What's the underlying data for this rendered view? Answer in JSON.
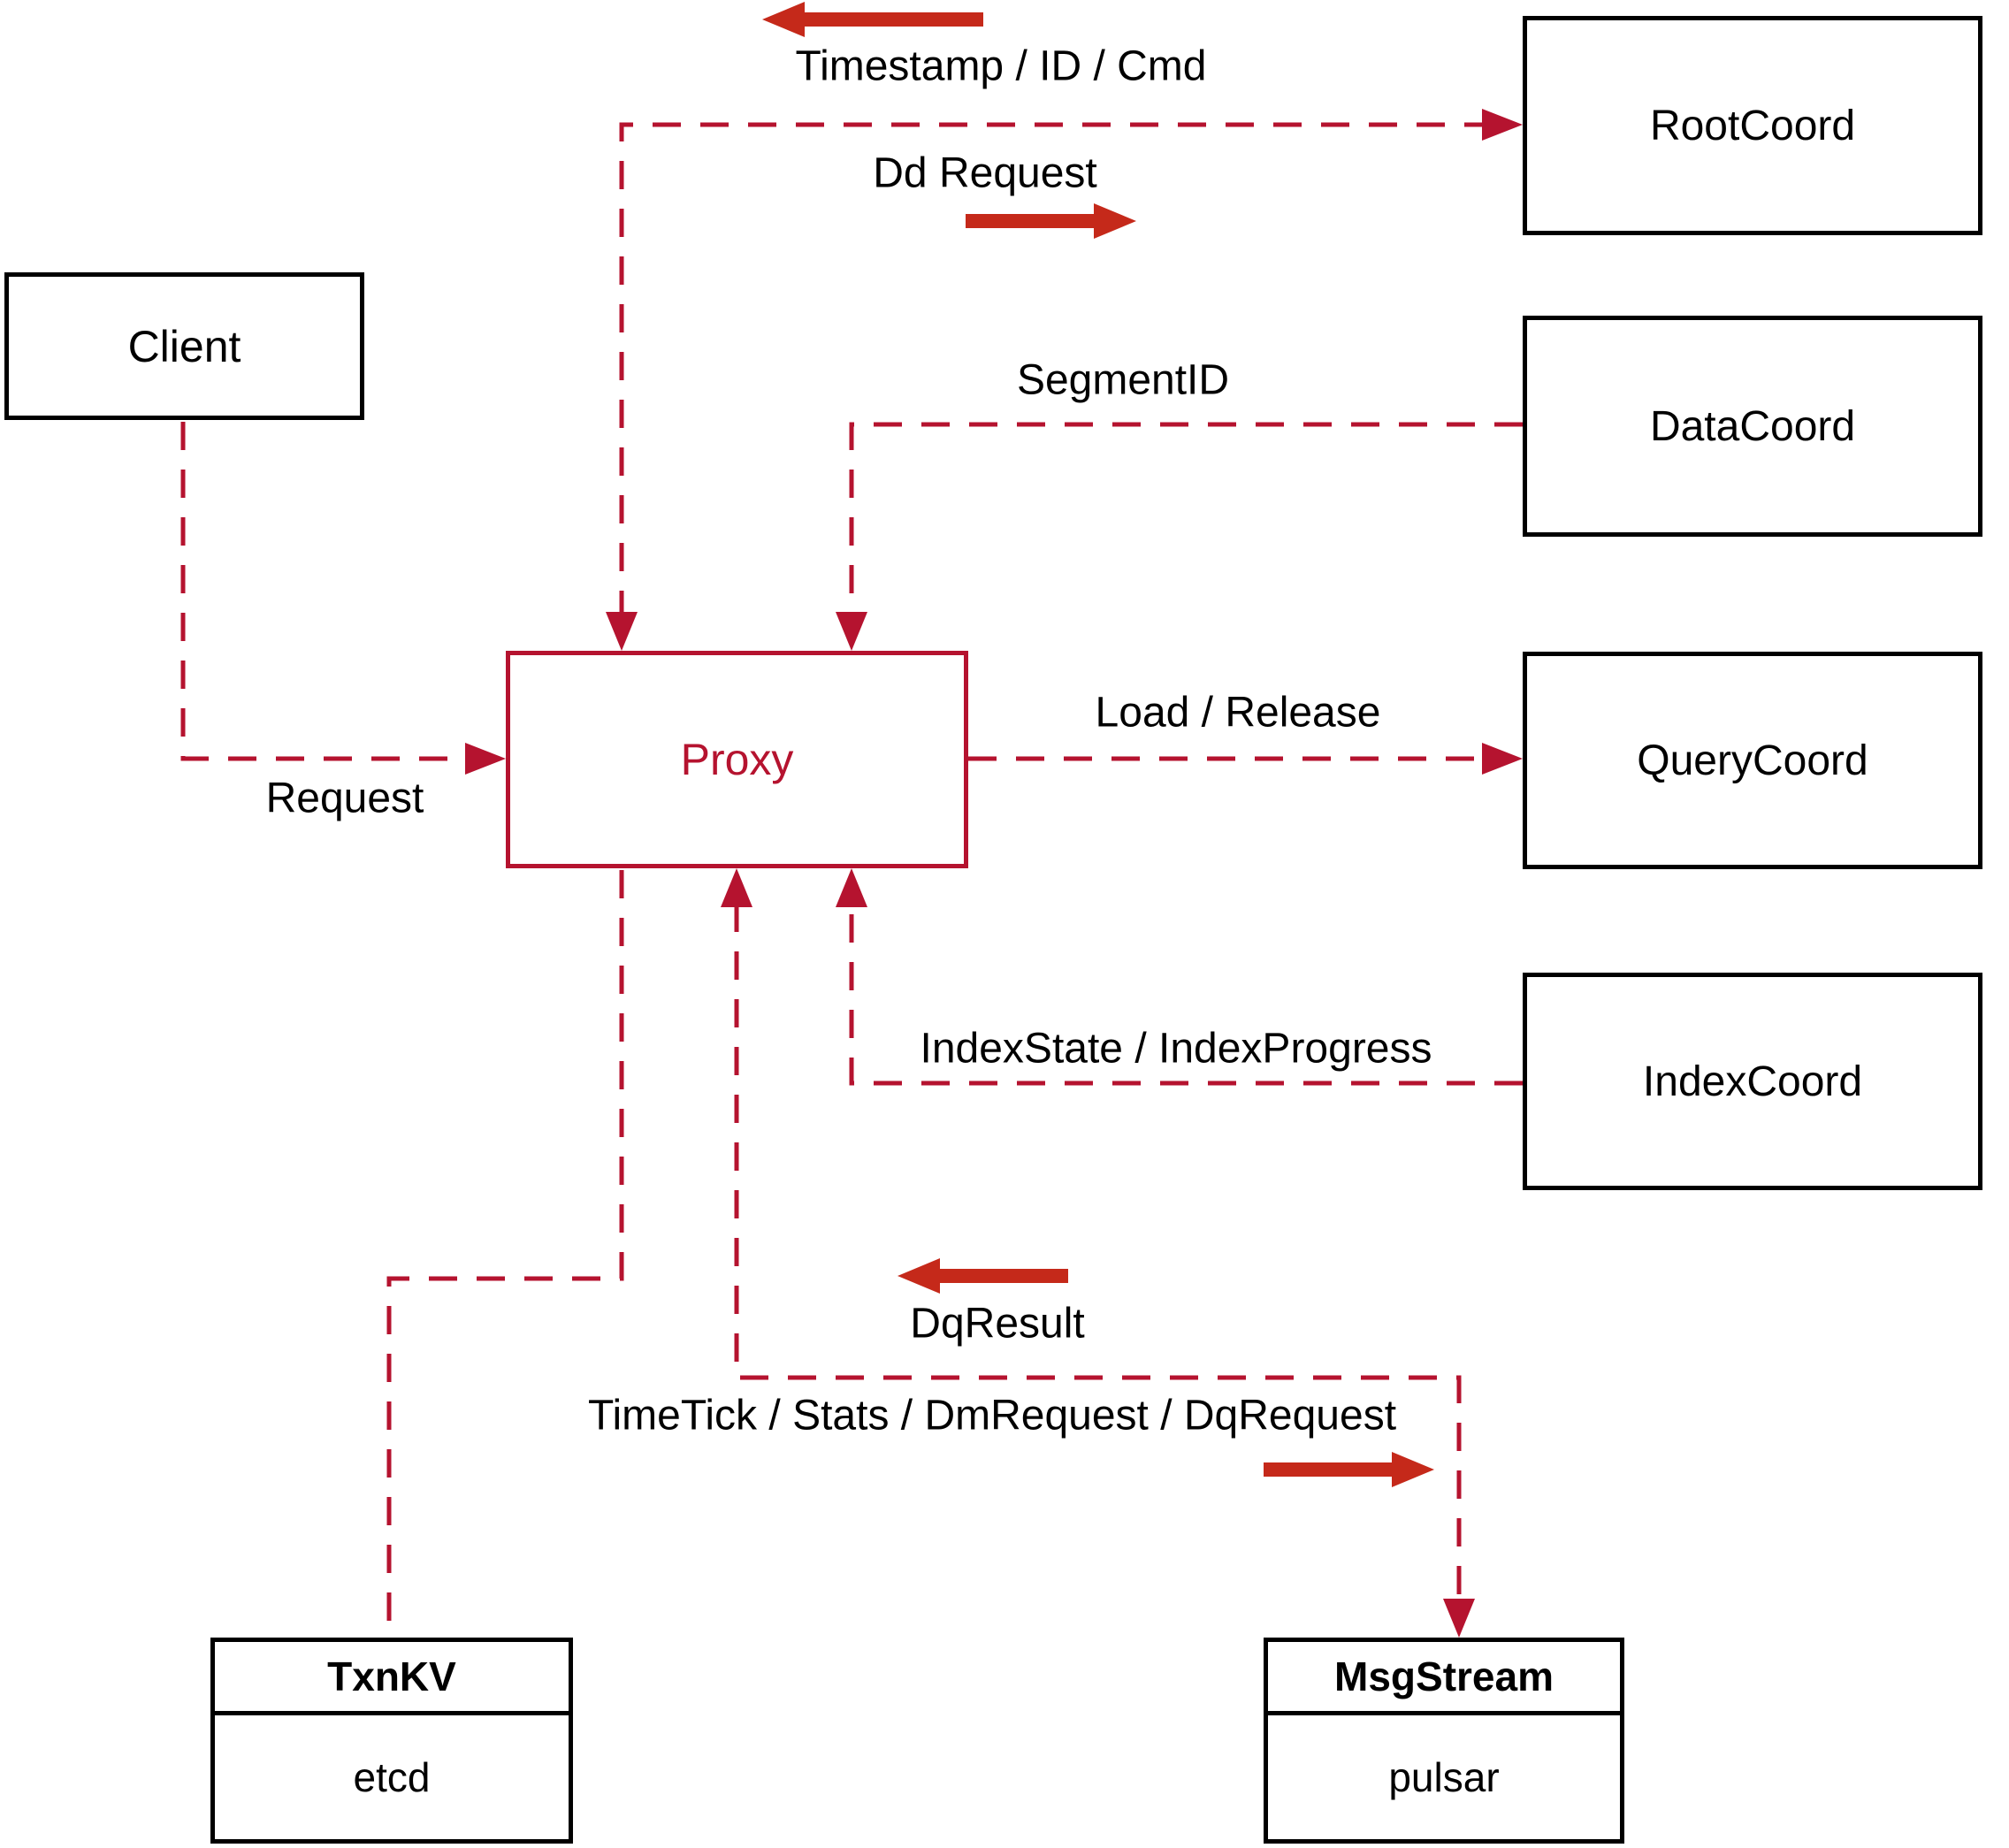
{
  "diagram": {
    "nodes": {
      "client": {
        "label": "Client"
      },
      "proxy": {
        "label": "Proxy"
      },
      "rootcoord": {
        "label": "RootCoord"
      },
      "datacoord": {
        "label": "DataCoord"
      },
      "querycoord": {
        "label": "QueryCoord"
      },
      "indexcoord": {
        "label": "IndexCoord"
      },
      "txnkv": {
        "title": "TxnKV",
        "subtitle": "etcd"
      },
      "msgstream": {
        "title": "MsgStream",
        "subtitle": "pulsar"
      }
    },
    "edge_labels": {
      "timestamp": "Timestamp / ID / Cmd",
      "dd_request": "Dd Request",
      "segment_id": "SegmentID",
      "load_release": "Load / Release",
      "request": "Request",
      "index_state": "IndexState / IndexProgress",
      "dq_result": "DqResult",
      "time_tick": "TimeTick / Stats / DmRequest / DqRequest"
    },
    "colors": {
      "dashed_line": "#b5132f",
      "solid_arrow": "#c5291a",
      "box_border": "#000000",
      "text": "#000000"
    }
  }
}
